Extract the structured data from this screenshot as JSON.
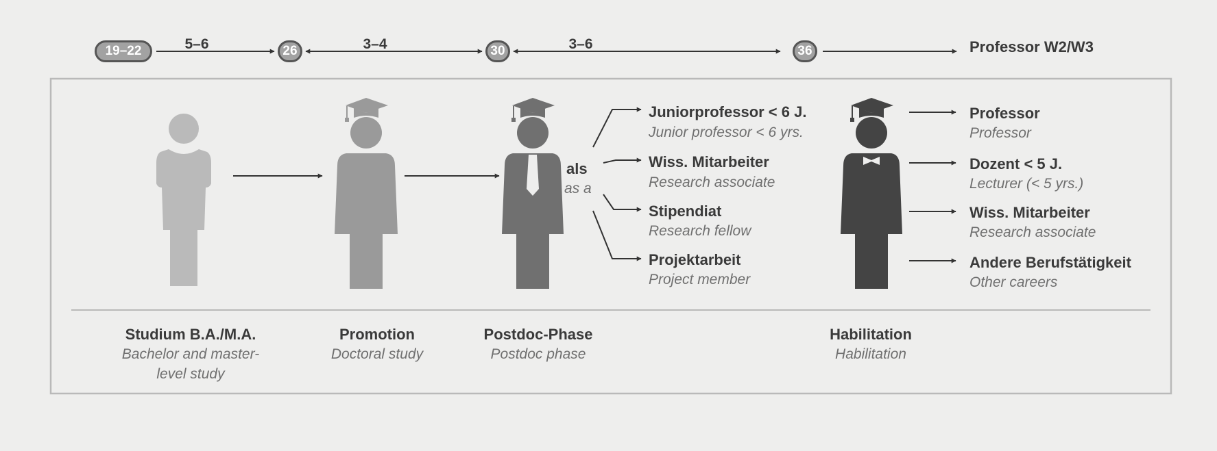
{
  "timeline": {
    "ages": [
      "19–22",
      "26",
      "30",
      "36"
    ],
    "durations": [
      "5–6",
      "3–4",
      "3–6"
    ],
    "end_label": "Professor W2/W3"
  },
  "stages": [
    {
      "de": "Studium B.A./M.A.",
      "en_line1": "Bachelor and master-",
      "en_line2": "level study"
    },
    {
      "de": "Promotion",
      "en": "Doctoral study"
    },
    {
      "de": "Postdoc-Phase",
      "en": "Postdoc phase"
    },
    {
      "de": "Habilitation",
      "en": "Habilitation"
    }
  ],
  "postdoc": {
    "as_de": "als",
    "as_en": "as a",
    "options": [
      {
        "de": "Juniorprofessor < 6 J.",
        "en": "Junior professor < 6 yrs."
      },
      {
        "de": "Wiss. Mitarbeiter",
        "en": "Research associate"
      },
      {
        "de": "Stipendiat",
        "en": "Research fellow"
      },
      {
        "de": "Projektarbeit",
        "en": "Project member"
      }
    ]
  },
  "outcomes": [
    {
      "de": "Professor",
      "en": "Professor"
    },
    {
      "de": "Dozent < 5 J.",
      "en": "Lecturer (< 5 yrs.)"
    },
    {
      "de": "Wiss. Mitarbeiter",
      "en": "Research associate"
    },
    {
      "de": "Andere Berufstätigkeit",
      "en": "Other careers"
    }
  ],
  "icons": [
    "student-figure-icon",
    "doctoral-figure-icon",
    "postdoc-figure-icon",
    "habilitation-figure-icon",
    "mortarboard-icon",
    "arrow-icon"
  ],
  "colors": {
    "student": "#bababa",
    "doctoral": "#9a9a9a",
    "postdoc": "#707070",
    "habilitation": "#444444",
    "frame": "#b9b9b9"
  }
}
